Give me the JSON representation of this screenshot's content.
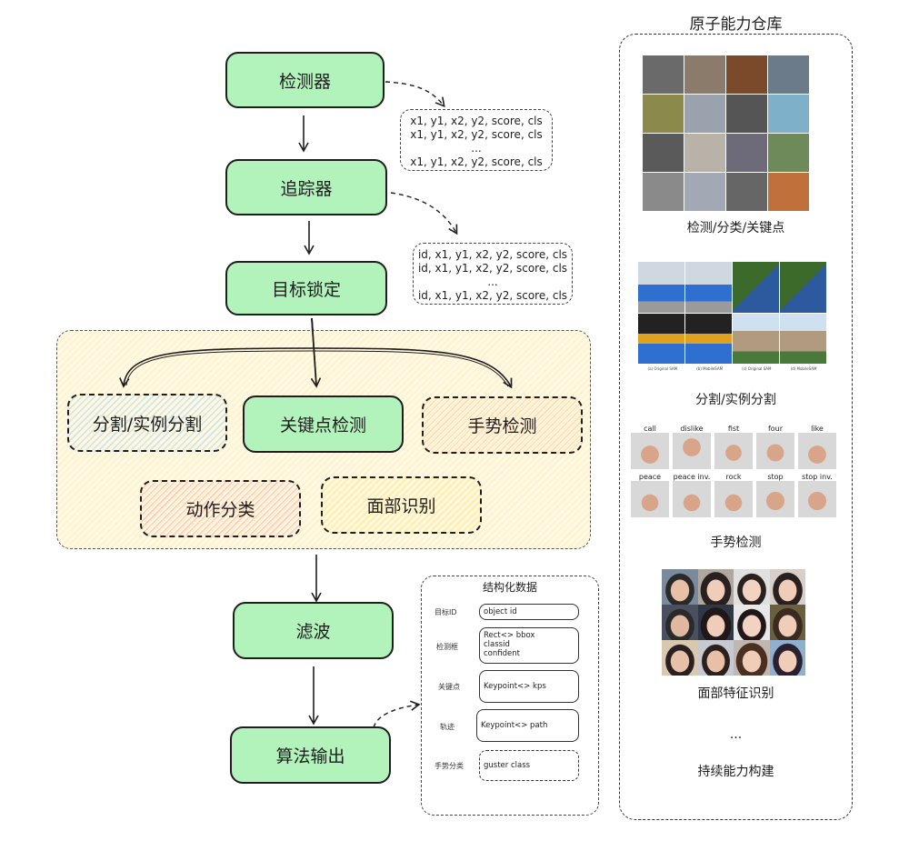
{
  "pipeline": {
    "nodes": [
      {
        "id": "detector",
        "label": "检测器"
      },
      {
        "id": "tracker",
        "label": "追踪器"
      },
      {
        "id": "target_lock",
        "label": "目标锁定"
      },
      {
        "id": "filter",
        "label": "滤波"
      },
      {
        "id": "output",
        "label": "算法输出"
      }
    ],
    "detector_output": {
      "lines": [
        "x1, y1, x2, y2, score, cls",
        "x1, y1, x2, y2, score, cls",
        "...",
        "x1, y1, x2, y2, score, cls"
      ]
    },
    "tracker_output": {
      "lines": [
        "id, x1, y1, x2, y2, score, cls",
        "id, x1, y1, x2, y2, score, cls",
        "...",
        "id, x1, y1, x2, y2, score, cls"
      ]
    }
  },
  "modules": {
    "segmentation": "分割/实例分割",
    "keypoint": "关键点检测",
    "gesture": "手势检测",
    "action": "动作分类",
    "face": "面部识别"
  },
  "structured_data": {
    "title": "结构化数据",
    "fields": [
      {
        "label": "目标ID",
        "lines": [
          "object id"
        ]
      },
      {
        "label": "检测框",
        "lines": [
          "Rect<> bbox",
          "classid",
          "confident"
        ]
      },
      {
        "label": "关键点",
        "lines": [
          "Keypoint<> kps"
        ]
      },
      {
        "label": "轨迹",
        "lines": [
          "Keypoint<> path"
        ]
      },
      {
        "label": "手势分类",
        "lines": [
          "guster class"
        ]
      }
    ]
  },
  "capability_repo": {
    "title": "原子能力仓库",
    "sections": [
      {
        "caption": "检测/分类/关键点"
      },
      {
        "caption": "分割/实例分割",
        "sub_labels": [
          "(a) Original SAM",
          "(b) MobileSAM",
          "(c) Original SAM",
          "(d) MobileSAM"
        ]
      },
      {
        "caption": "手势检测",
        "gestures_row1": [
          "call",
          "dislike",
          "fist",
          "four",
          "like"
        ],
        "gestures_row2": [
          "peace",
          "peace inv.",
          "rock",
          "stop",
          "stop inv."
        ]
      },
      {
        "caption": "面部特征识别"
      }
    ],
    "ellipsis": "...",
    "footer": "持续能力构建"
  },
  "colors": {
    "node_fill": "#b2f2bb",
    "group_fill": "#fff3c4",
    "stroke": "#1e1e1e"
  }
}
